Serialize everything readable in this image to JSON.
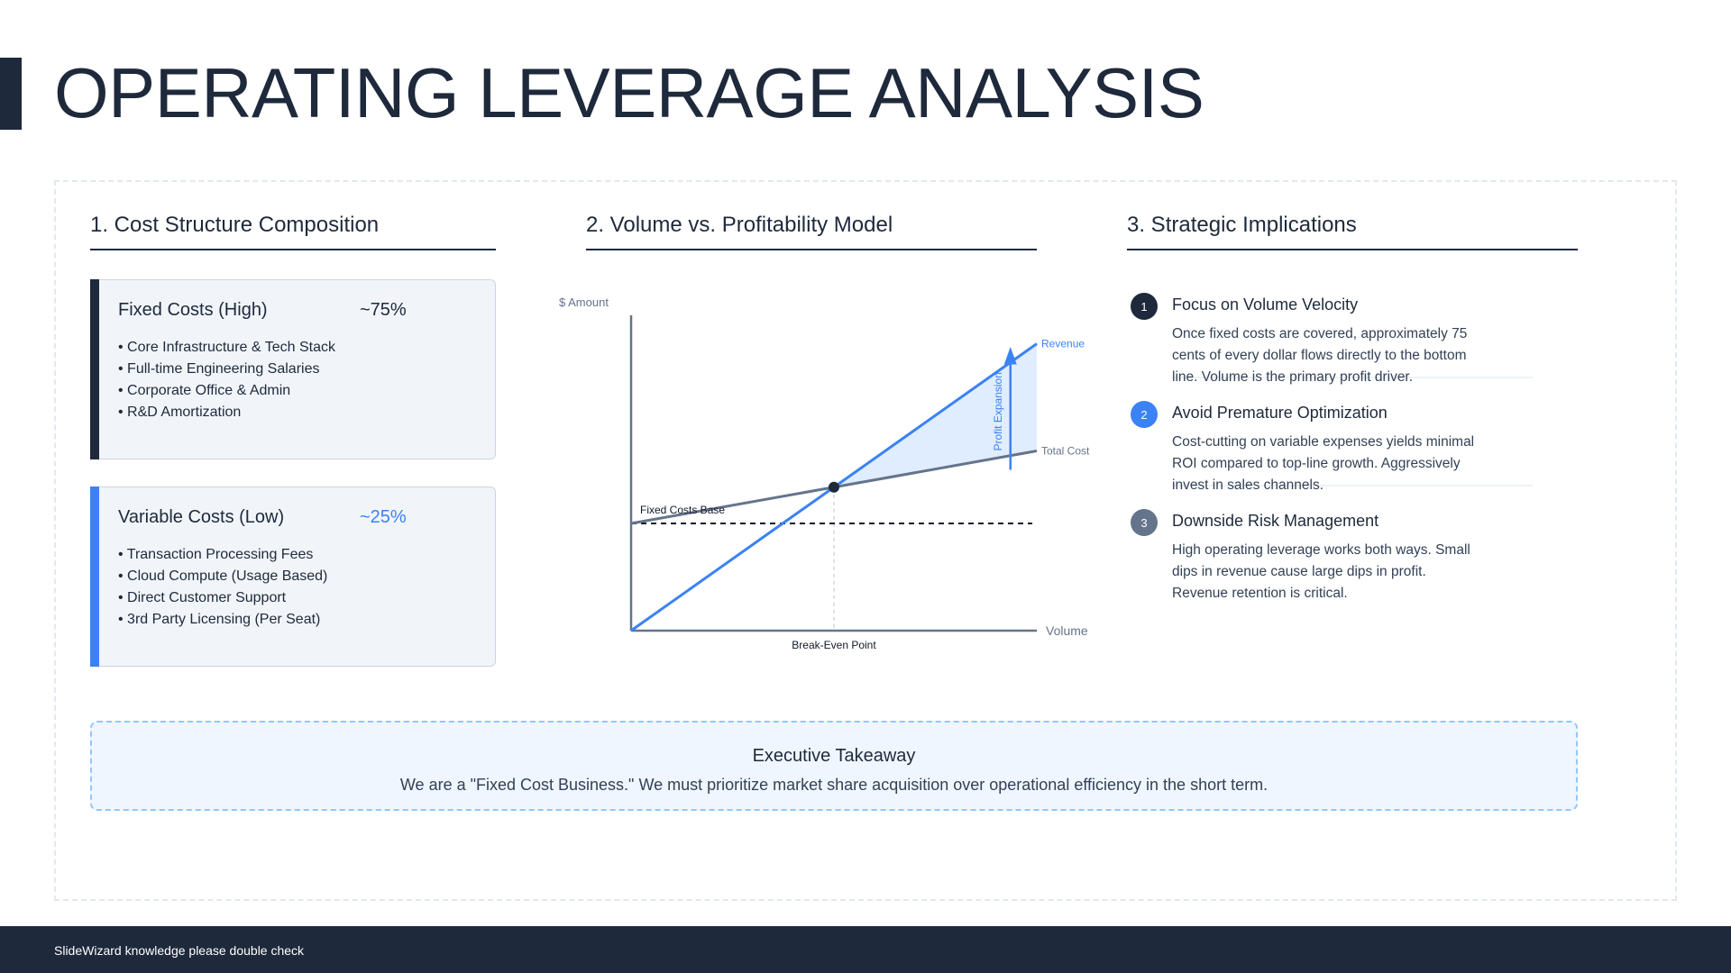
{
  "title": "OPERATING LEVERAGE ANALYSIS",
  "sections": {
    "cost_structure": {
      "heading": "1. Cost Structure Composition",
      "fixed": {
        "label": "Fixed Costs (High)",
        "share": "~75%",
        "items": [
          "• Core Infrastructure & Tech Stack",
          "• Full-time Engineering Salaries",
          "• Corporate Office & Admin",
          "• R&D Amortization"
        ]
      },
      "variable": {
        "label": "Variable Costs (Low)",
        "share": "~25%",
        "items": [
          "• Transaction Processing Fees",
          "• Cloud Compute (Usage Based)",
          "• Direct Customer Support",
          "• 3rd Party Licensing (Per Seat)"
        ]
      }
    },
    "model": {
      "heading": "2. Volume vs. Profitability Model"
    },
    "implications": {
      "heading": "3. Strategic Implications",
      "items": [
        {
          "num": "1",
          "title": "Focus on Volume Velocity",
          "body": "Once fixed costs are covered, approximately 75 cents of every dollar flows directly to the bottom line. Volume is the primary profit driver."
        },
        {
          "num": "2",
          "title": "Avoid Premature Optimization",
          "body": "Cost-cutting on variable expenses yields minimal ROI compared to top-line growth. Aggressively invest in sales channels."
        },
        {
          "num": "3",
          "title": "Downside Risk Management",
          "body": "High operating leverage works both ways. Small dips in revenue cause large dips in profit. Revenue retention is critical."
        }
      ]
    }
  },
  "chart_data": {
    "type": "line",
    "ylabel": "$ Amount",
    "xlabel": "Volume",
    "xlim": [
      0,
      100
    ],
    "ylim": [
      0,
      100
    ],
    "series": [
      {
        "name": "Revenue",
        "x": [
          0,
          100
        ],
        "y": [
          0,
          91
        ],
        "color": "#3b82f6"
      },
      {
        "name": "Total Cost",
        "x": [
          0,
          100
        ],
        "y": [
          34,
          57
        ],
        "color": "#64748b"
      }
    ],
    "fixed_cost": {
      "label": "Fixed Costs Base",
      "value": 34
    },
    "break_even": {
      "label": "Break-Even Point",
      "x": 50,
      "y": 45.5
    },
    "annotation": "Profit Expansion"
  },
  "takeaway": {
    "title": "Executive Takeaway",
    "body": "We are a \"Fixed Cost Business.\" We must prioritize market share acquisition over operational efficiency in the short term."
  },
  "footer": "SlideWizard knowledge please double check",
  "colors": {
    "navy": "#1e293b",
    "blue": "#3b82f6",
    "slate": "#64748b"
  }
}
